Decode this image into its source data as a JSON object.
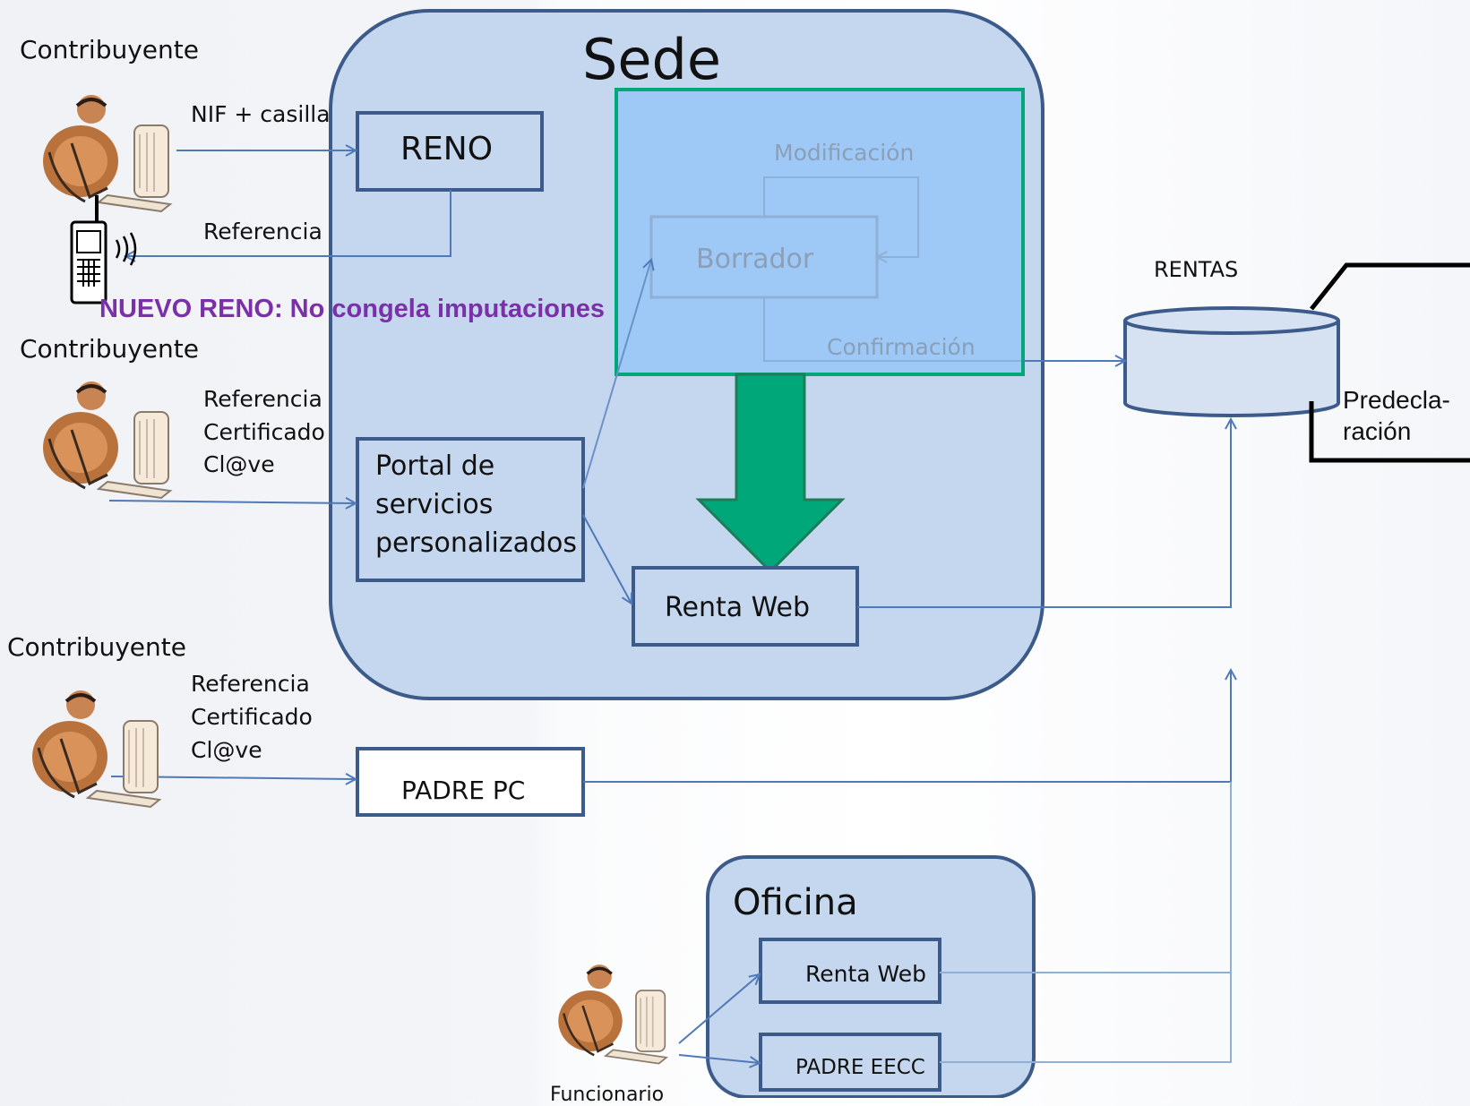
{
  "sede": {
    "title": "Sede"
  },
  "contribuyente_1": {
    "label": "Contribuyente",
    "arrow_in": "NIF + casilla",
    "arrow_out": "Referencia"
  },
  "reno": {
    "label": "RENO"
  },
  "note": {
    "text": "NUEVO RENO: No congela imputaciones"
  },
  "contribuyente_2": {
    "label": "Contribuyente",
    "methods": [
      "Referencia",
      "Certificado",
      "Cl@ve"
    ]
  },
  "portal": {
    "lines": [
      "Portal de",
      "servicios",
      "personalizados"
    ]
  },
  "borrador_panel": {
    "modificacion": "Modificación",
    "borrador": "Borrador",
    "confirmacion": "Confirmación"
  },
  "renta_web": {
    "label": "Renta Web"
  },
  "rentas": {
    "label": "RENTAS"
  },
  "predeclaracion": {
    "lines": [
      "Predecla-",
      "ración"
    ]
  },
  "contribuyente_3": {
    "label": "Contribuyente",
    "methods": [
      "Referencia",
      "Certificado",
      "Cl@ve"
    ]
  },
  "padre_pc": {
    "label": "PADRE PC"
  },
  "oficina": {
    "title": "Oficina",
    "renta_web": "Renta Web",
    "padre_eecc": "PADRE EECC"
  },
  "funcionario": {
    "label": "Funcionario"
  },
  "colors": {
    "box_fill": "#c5d7ee",
    "box_stroke": "#3c5b8a",
    "line": "#4f79b8",
    "green": "#00a779",
    "highlight": "#9ec8f5"
  },
  "icons": [
    "person-computer-icon",
    "mobile-phone-icon"
  ]
}
